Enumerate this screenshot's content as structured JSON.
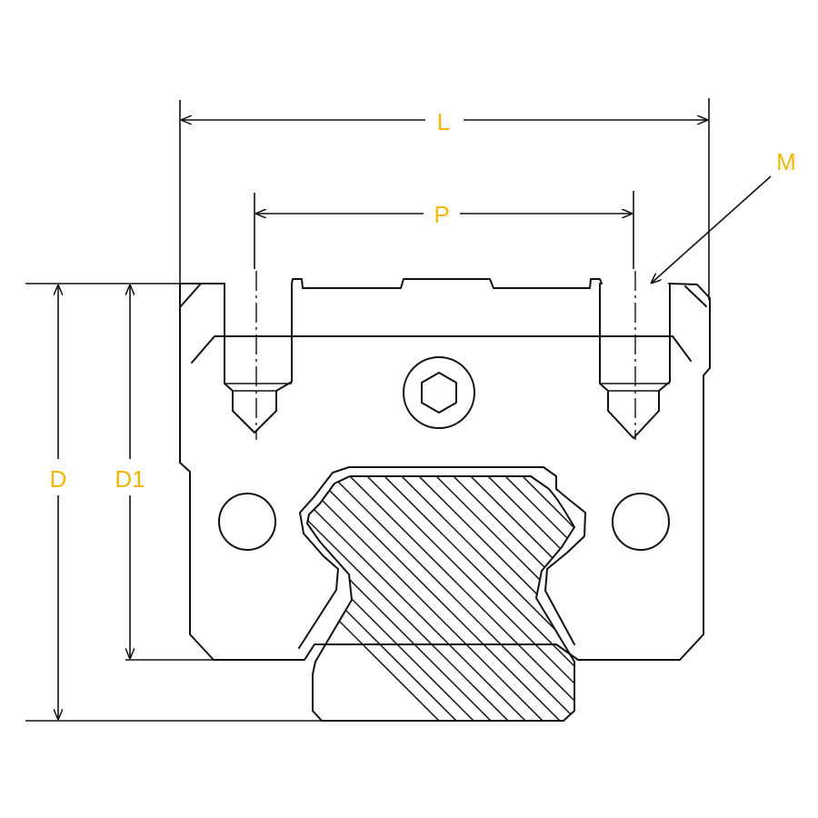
{
  "dimensions": {
    "length": "L",
    "pitch": "P",
    "thread": "M",
    "height": "D",
    "block_height": "D1"
  },
  "colors": {
    "label": "#f2b705",
    "line": "#111111",
    "background": "#ffffff"
  }
}
